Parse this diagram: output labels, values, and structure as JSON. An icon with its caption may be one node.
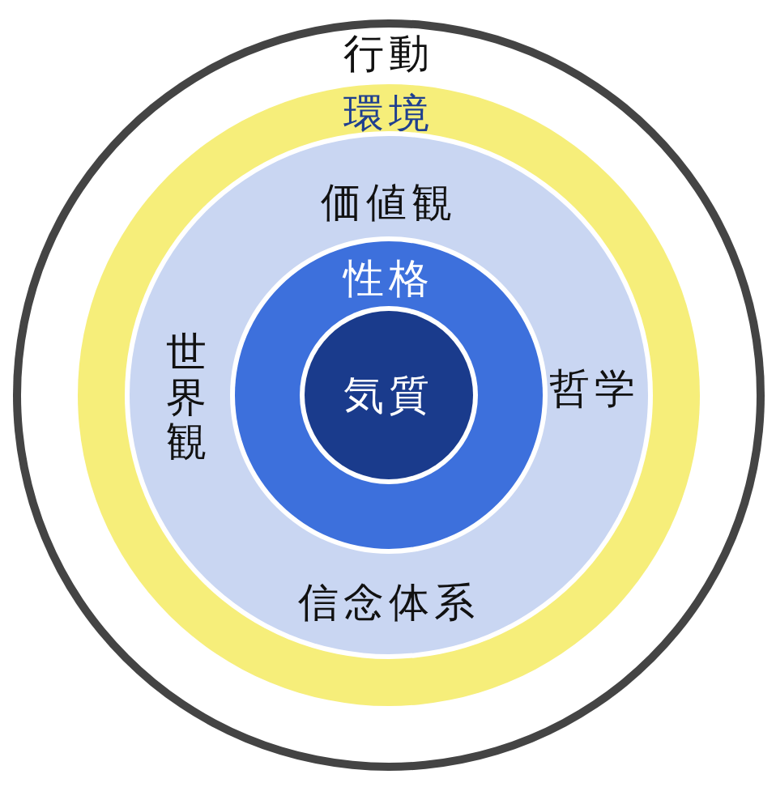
{
  "diagram": {
    "nodes": [
      {
        "text": [
          "行動"
        ]
      },
      {
        "text": [
          "環境"
        ],
        "in": 0
      },
      {
        "text": [
          "価値観",
          "世界観",
          "哲学",
          "信念体系"
        ],
        "in": 1
      },
      {
        "text": [
          "性格"
        ],
        "in": 2
      },
      {
        "text": [
          "気質"
        ],
        "in": 3
      }
    ]
  }
}
